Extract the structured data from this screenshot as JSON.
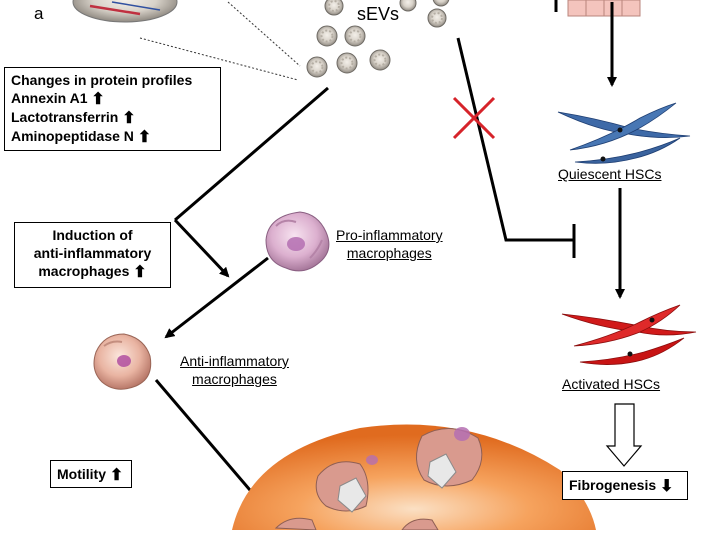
{
  "panel_label": "a",
  "vesicle_label": "sEVs",
  "protein_box": {
    "title": "Changes in protein profiles",
    "items": [
      {
        "name": "Annexin A1",
        "direction": "up"
      },
      {
        "name": "Lactotransferrin",
        "direction": "up"
      },
      {
        "name": "Aminopeptidase N",
        "direction": "up"
      }
    ]
  },
  "induction_box": {
    "line1": "Induction of",
    "line2": "anti-inflammatory",
    "line3": "macrophages",
    "direction": "up"
  },
  "pro_inflammatory": {
    "line1": "Pro-inflammatory",
    "line2": "macrophages"
  },
  "anti_inflammatory": {
    "line1": "Anti-inflammatory",
    "line2": "macrophages"
  },
  "quiescent_label": "Quiescent HSCs",
  "activated_label": "Activated HSCs",
  "motility_box": {
    "label": "Motility",
    "direction": "up"
  },
  "fibrogenesis_box": {
    "label": "Fibrogenesis",
    "direction": "down"
  },
  "arrow_glyphs": {
    "up": "⬆",
    "down": "⬇"
  },
  "colors": {
    "vesicle": "#b9b4ac",
    "quiescent_cell": "#3e6aa8",
    "activated_cell": "#d11a1a",
    "cross": "#d6232a",
    "macrophage_pink": "#e7a9b7",
    "liver": "#f08a3a"
  }
}
